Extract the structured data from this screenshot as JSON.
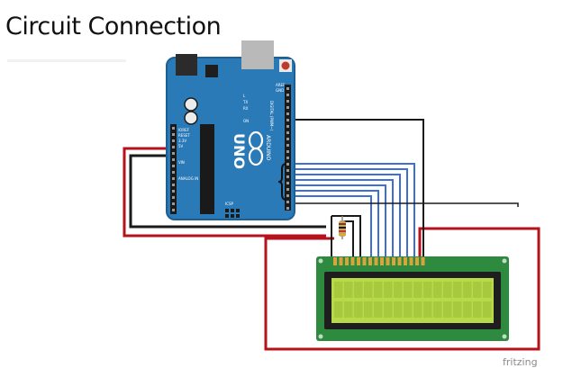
{
  "title": "Circuit Connection",
  "watermark": "fritzing",
  "board": {
    "name": "Arduino Uno",
    "labels": {
      "uno": "UNO",
      "brand": "ARDUINO",
      "digital_header": "DIGITAL (PWM~)",
      "tx": "TX",
      "rx": "RX",
      "l": "L",
      "on": "ON",
      "aref": "AREF",
      "gnd": "GND",
      "ioref": "IOREF",
      "reset": "RESET",
      "v33": "3.3V",
      "v5": "5V",
      "vin": "VIN",
      "analog": "ANALOG IN",
      "icsp": "ICSP"
    },
    "colors": {
      "pcb": "#2a7ab8",
      "pcb_dark": "#1d5f93",
      "usb": "#b9b9b9",
      "jack": "#2b2b2b",
      "header": "#1a1a1a",
      "reset_button": "#c0392b"
    }
  },
  "lcd": {
    "name": "16x2 LCD",
    "colors": {
      "frame": "#2d8a3e",
      "bezel": "#1e1e1e",
      "screen": "#b8d94a",
      "screen_dark": "#a6c93e",
      "pins": "#d8a53a"
    }
  },
  "resistor": {
    "colors": {
      "body": "#c8a165",
      "bands": [
        "#7a3e1a",
        "#1a1a1a",
        "#c0392b",
        "#d4af37"
      ]
    }
  },
  "wires": {
    "power": "#b5121b",
    "ground": "#1a1a1a",
    "data": "#3d6fd6"
  }
}
